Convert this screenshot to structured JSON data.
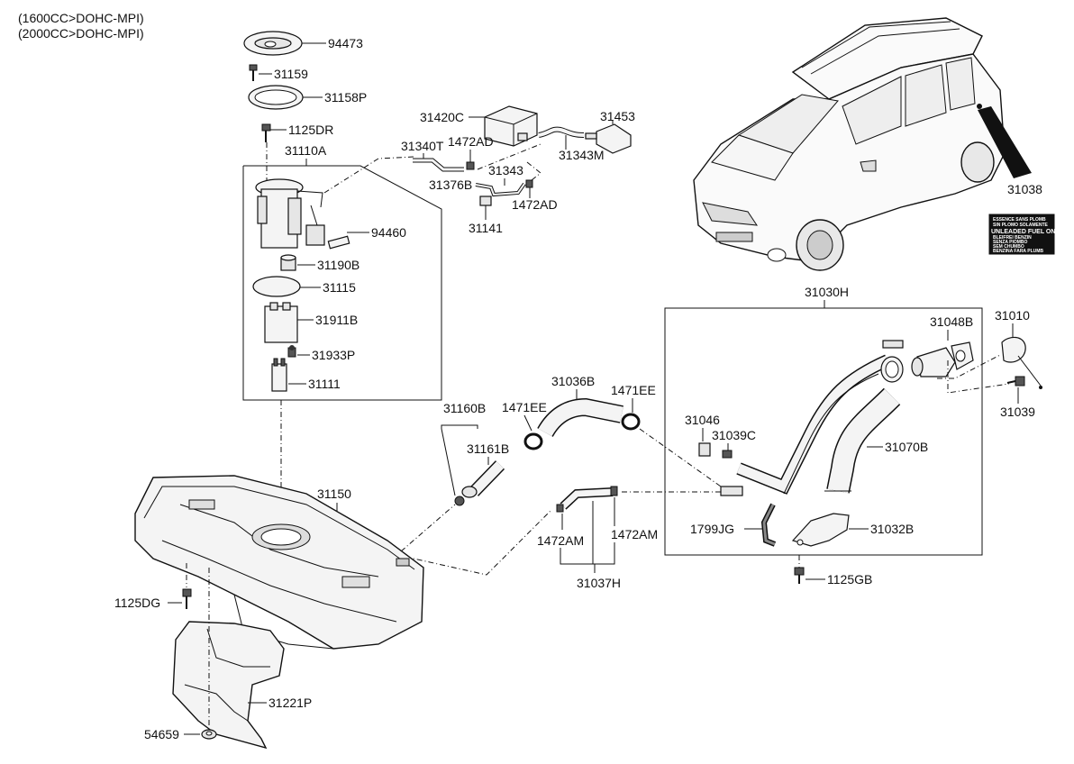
{
  "header": {
    "engine_1": "(1600CC>DOHC-MPI)",
    "engine_2": "(2000CC>DOHC-MPI)"
  },
  "parts": {
    "p94473": "94473",
    "p31159": "31159",
    "p31158P": "31158P",
    "p1125DR": "1125DR",
    "p31110A": "31110A",
    "p94460": "94460",
    "p31190B": "31190B",
    "p31115": "31115",
    "p31911B": "31911B",
    "p31933P": "31933P",
    "p31111": "31111",
    "p31420C": "31420C",
    "p31453": "31453",
    "p31340T": "31340T",
    "p1472AD_a": "1472AD",
    "p31343M": "31343M",
    "p31343": "31343",
    "p31376B": "31376B",
    "p1472AD_b": "1472AD",
    "p31141": "31141",
    "p31038": "31038",
    "p31030H": "31030H",
    "p31048B": "31048B",
    "p31010": "31010",
    "p31036B": "31036B",
    "p1471EE_a": "1471EE",
    "p1471EE_b": "1471EE",
    "p31160B": "31160B",
    "p31161B": "31161B",
    "p31046": "31046",
    "p31039C": "31039C",
    "p31070B": "31070B",
    "p31039": "31039",
    "p31150": "31150",
    "p1799JG": "1799JG",
    "p31032B": "31032B",
    "p1472AM_a": "1472AM",
    "p1472AM_b": "1472AM",
    "p31037H": "31037H",
    "p1125GB": "1125GB",
    "p1125DG": "1125DG",
    "p31221P": "31221P",
    "p54659": "54659"
  },
  "label_sticker": {
    "line1": "UNLEADED FUEL ONLY",
    "small_lines": [
      "ESSENCE SANS PLOMB",
      "SIN PLOMO SOLAMENTE",
      "BLEIFREI BENZIN",
      "SENZA PIOMBO",
      "SEM CHUMBO",
      "BENZINA FARA PLUMB"
    ]
  }
}
